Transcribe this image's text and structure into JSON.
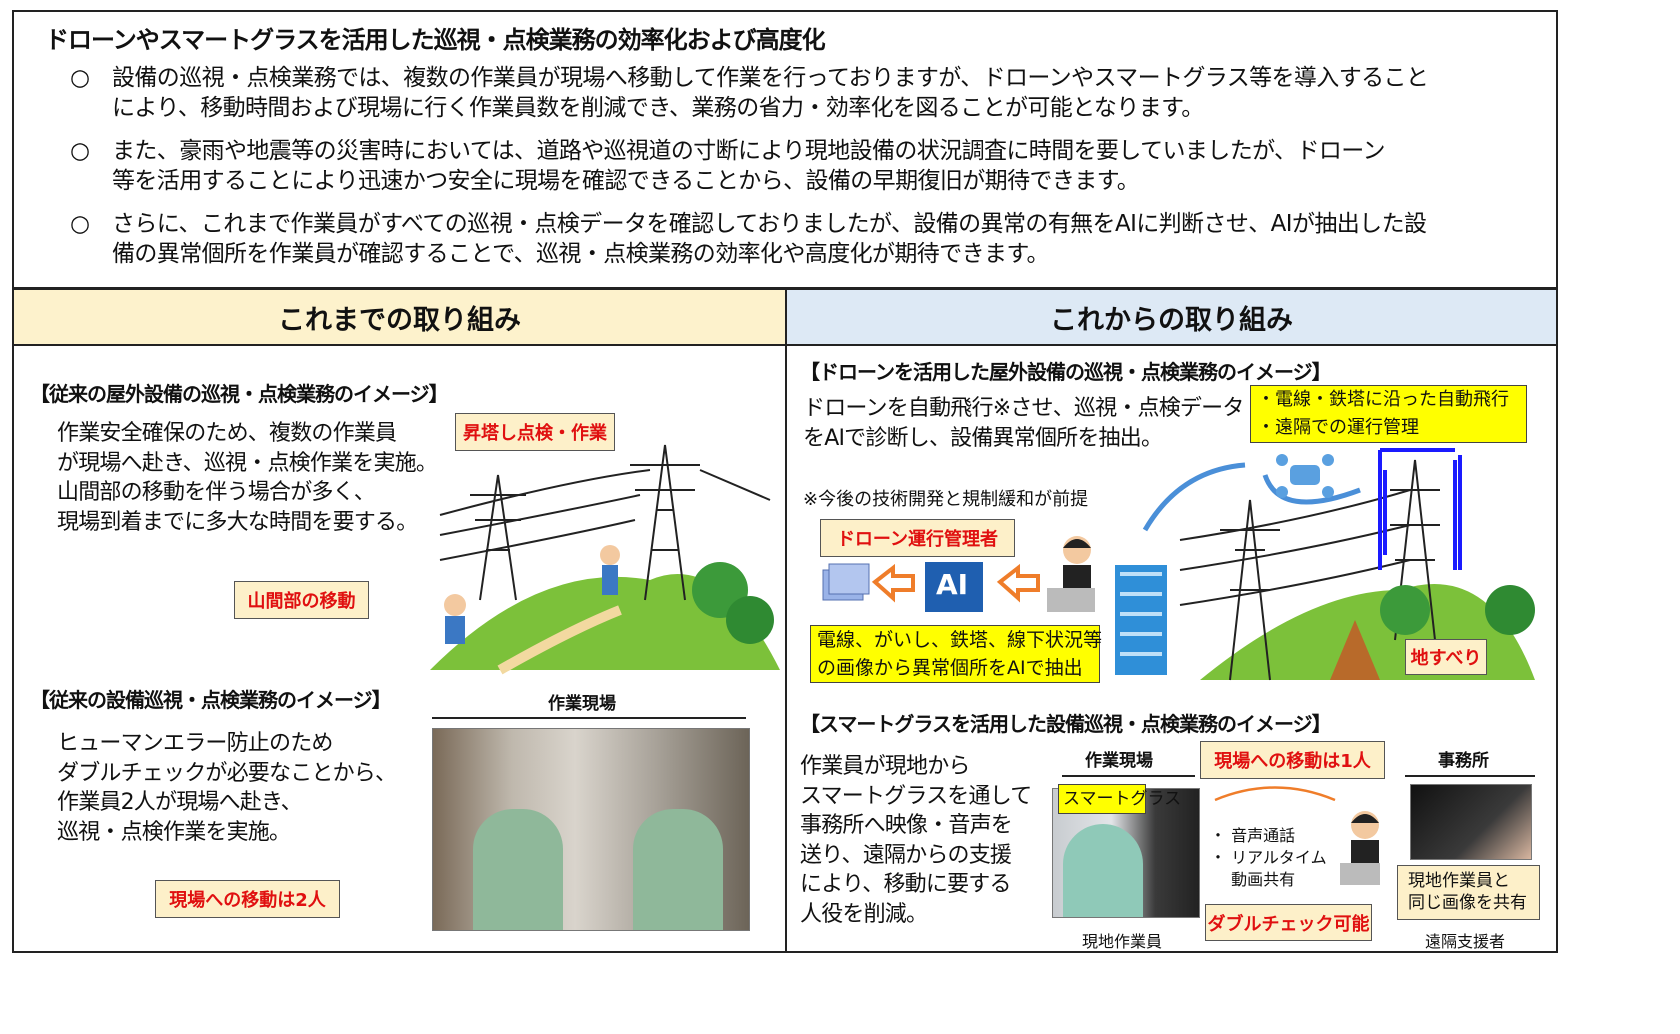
{
  "title": "ドローンやスマートグラスを活用した巡視・点検業務の効率化および高度化",
  "bullet_mark": "○",
  "bullets": [
    [
      "設備の巡視・点検業務では、複数の作業員が現場へ移動して作業を行っておりますが、ドローンやスマートグラス等を導入すること",
      "により、移動時間および現場に行く作業員数を削減でき、業務の省力・効率化を図ることが可能となります。"
    ],
    [
      "また、豪雨や地震等の災害時においては、道路や巡視道の寸断により現地設備の状況調査に時間を要していましたが、ドローン",
      "等を活用することにより迅速かつ安全に現場を確認できることから、設備の早期復旧が期待できます。"
    ],
    [
      "さらに、これまで作業員がすべての巡視・点検データを確認しておりましたが、設備の異常の有無をAIに判断させ、AIが抽出した設",
      "備の異常個所を作業員が確認することで、巡視・点検業務の効率化や高度化が期待できます。"
    ]
  ],
  "left": {
    "header": "これまでの取り組み",
    "header_color": "#fdf2cc",
    "sec1": {
      "heading": "【従来の屋外設備の巡視・点検業務のイメージ】",
      "lines": [
        "作業安全確保のため、複数の作業員",
        "が現場へ赴き、巡視・点検作業を実施。",
        "山間部の移動を伴う場合が多く、",
        "現場到着までに多大な時間を要する。"
      ],
      "callout_climb": "昇塔し点検・作業",
      "callout_mountain": "山間部の移動"
    },
    "sec2": {
      "heading": "【従来の設備巡視・点検業務のイメージ】",
      "site_label": "作業現場",
      "lines": [
        "ヒューマンエラー防止のため",
        "ダブルチェックが必要なことから、",
        "作業員2人が現場へ赴き、",
        "巡視・点検作業を実施。"
      ],
      "callout": "現場への移動は2人"
    }
  },
  "right": {
    "header": "これからの取り組み",
    "header_color": "#dde9f5",
    "sec1": {
      "heading": "【ドローンを活用した屋外設備の巡視・点検業務のイメージ】",
      "lines": [
        "ドローンを自動飛行※させ、巡視・点検データ",
        "をAIで診断し、設備異常個所を抽出。"
      ],
      "features": [
        "・電線・鉄塔に沿った自動飛行",
        "・遠隔での運行管理"
      ],
      "note": "※今後の技術開発と規制緩和が前提",
      "callout_operator": "ドローン運行管理者",
      "ai_label": "AI",
      "ai_box": [
        "電線、がいし、鉄塔、線下状況等",
        "の画像から異常個所をAIで抽出"
      ],
      "callout_landslide": "地すべり"
    },
    "sec2": {
      "heading": "【スマートグラスを活用した設備巡視・点検業務のイメージ】",
      "lines": [
        "作業員が現地から",
        "スマートグラスを通して",
        "事務所へ映像・音声を",
        "送り、遠隔からの支援",
        "により、移動に要する",
        "人役を削減。"
      ],
      "site_label": "作業現場",
      "office_label": "事務所",
      "callout_one": "現場への移動は1人",
      "glasses_label": "スマートグラス",
      "features": [
        "・ 音声通話",
        "・ リアルタイム",
        "　 動画共有"
      ],
      "share_box": [
        "現地作業員と",
        "同じ画像を共有"
      ],
      "callout_double": "ダブルチェック可能",
      "field_worker": "現地作業員",
      "remote_supporter": "遠隔支援者"
    }
  },
  "colors": {
    "callout_text": "#e01010",
    "yellow": "#ffff00",
    "accent_blue": "#1a1aff"
  }
}
